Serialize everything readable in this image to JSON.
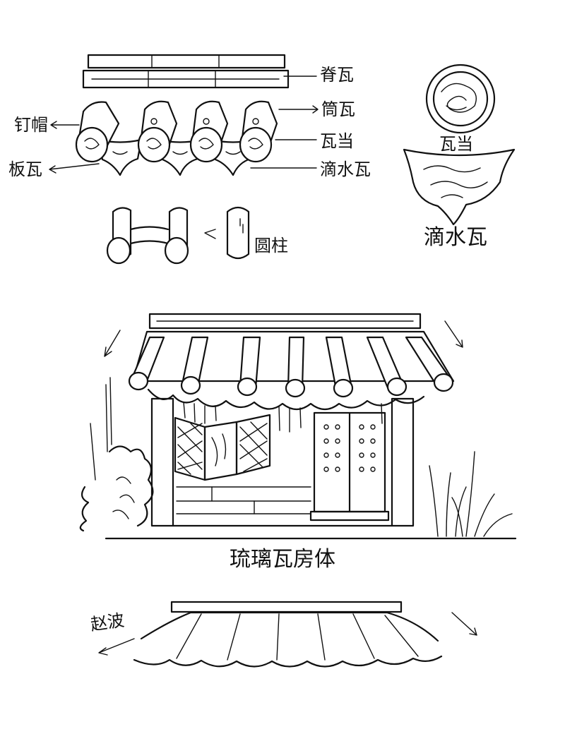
{
  "labels": {
    "ridge_tile": "脊瓦",
    "cylinder_tile": "筒瓦",
    "nail_cap": "钉帽",
    "tile_end": "瓦当",
    "flat_tile": "板瓦",
    "drip_tile": "滴水瓦",
    "round_column": "圆柱",
    "tile_end_detail": "瓦当",
    "drip_tile_detail": "滴水瓦",
    "caption": "琉璃瓦房体",
    "signature": "赵波"
  },
  "colors": {
    "ink": "#111111",
    "paper": "#ffffff"
  }
}
